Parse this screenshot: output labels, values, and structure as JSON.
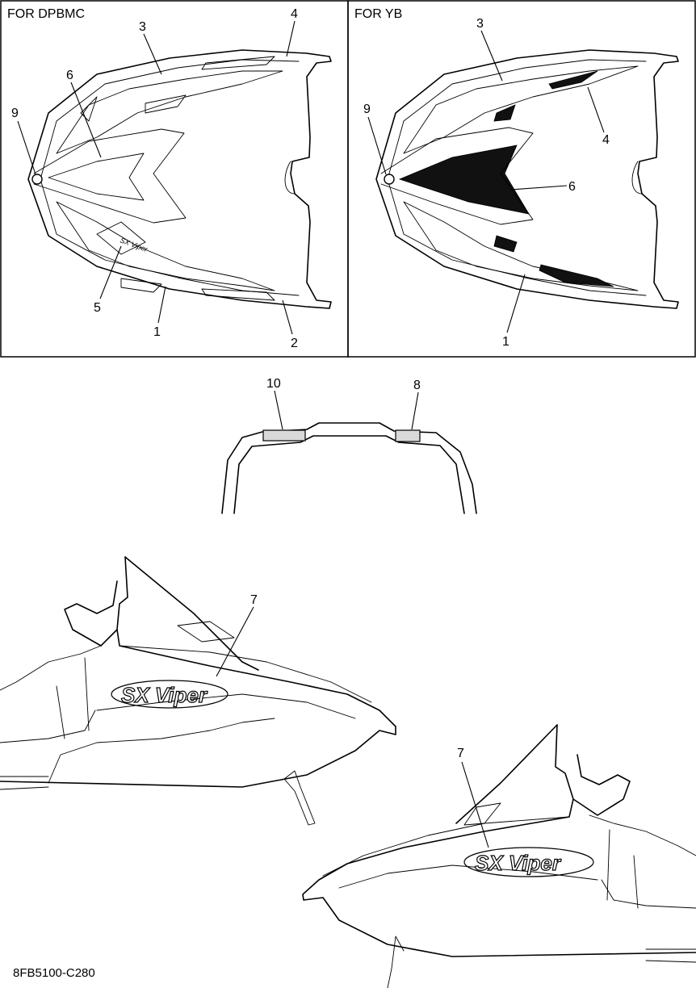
{
  "panels": {
    "left_title": "FOR DPBMC",
    "right_title": "FOR YB"
  },
  "callouts": {
    "left": [
      "1",
      "2",
      "3",
      "4",
      "5",
      "6",
      "9"
    ],
    "right": [
      "1",
      "3",
      "4",
      "6",
      "9"
    ],
    "middle": [
      "10",
      "8"
    ],
    "bottom": [
      "7",
      "7"
    ]
  },
  "logos": {
    "left_decal": "SX Viper",
    "side_decal": "SX Viper"
  },
  "diagram_code": "8FB5100-C280"
}
